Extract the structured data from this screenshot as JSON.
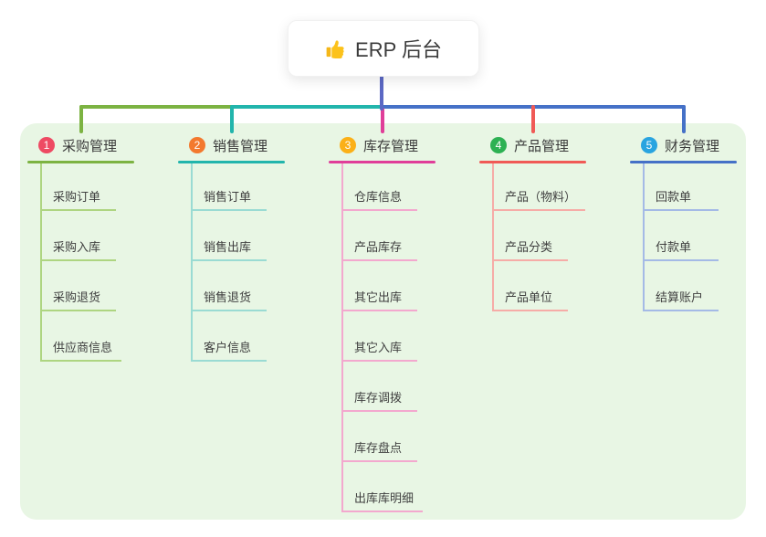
{
  "page": {
    "background_color": "#ffffff",
    "panel_background_color": "#e8f6e4"
  },
  "root": {
    "title": "ERP 后台",
    "icon": "thumbs-up-icon",
    "stem_color": "#5b68c4"
  },
  "branches": [
    {
      "number": "1",
      "label": "采购管理",
      "badge_color": "#ee4a63",
      "line_color": "#7cb342",
      "child_line_color": "#aed581",
      "children": [
        "采购订单",
        "采购入库",
        "采购退货",
        "供应商信息"
      ]
    },
    {
      "number": "2",
      "label": "销售管理",
      "badge_color": "#f3792e",
      "line_color": "#22b5ac",
      "child_line_color": "#9adbd3",
      "children": [
        "销售订单",
        "销售出库",
        "销售退货",
        "客户信息"
      ]
    },
    {
      "number": "3",
      "label": "库存管理",
      "badge_color": "#fbb017",
      "line_color": "#e03e99",
      "child_line_color": "#f3a8ce",
      "children": [
        "仓库信息",
        "产品库存",
        "其它出库",
        "其它入库",
        "库存调拨",
        "库存盘点",
        "出库库明细"
      ]
    },
    {
      "number": "4",
      "label": "产品管理",
      "badge_color": "#2db153",
      "line_color": "#f05a56",
      "child_line_color": "#f6aca7",
      "children": [
        "产品（物料）",
        "产品分类",
        "产品单位"
      ]
    },
    {
      "number": "5",
      "label": "财务管理",
      "badge_color": "#29a4e0",
      "line_color": "#4571c7",
      "child_line_color": "#a4bae6",
      "children": [
        "回款单",
        "付款单",
        "结算账户"
      ]
    }
  ]
}
